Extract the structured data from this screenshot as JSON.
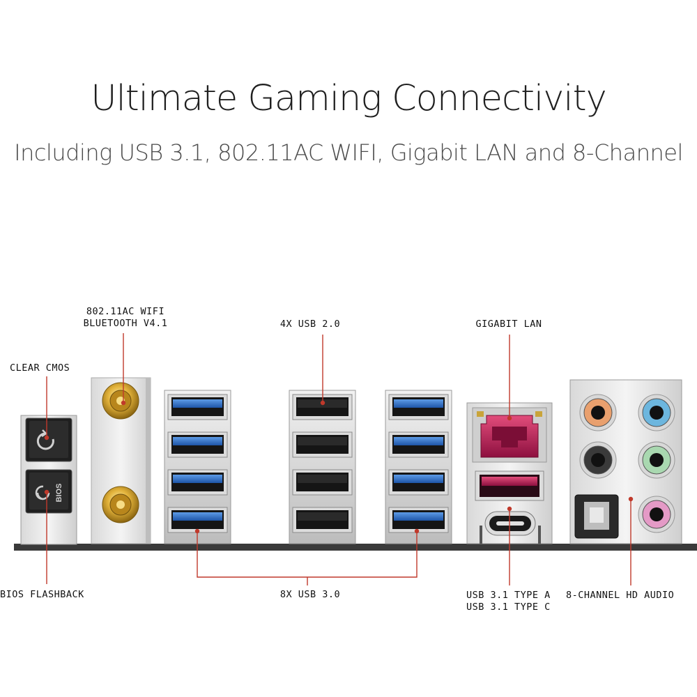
{
  "header": {
    "title": "Ultimate Gaming Connectivity",
    "subtitle": "Including USB 3.1, 802.11AC WIFI, Gigabit LAN and 8-Channel"
  },
  "callouts": {
    "wifi": {
      "line1": "802.11AC WIFI",
      "line2": "BLUETOOTH V4.1"
    },
    "clear_cmos": "CLEAR CMOS",
    "usb20": "4X USB 2.0",
    "gigabit_lan": "GIGABIT LAN",
    "bios_flashback": "BIOS FLASHBACK",
    "usb30": "8X USB 3.0",
    "usb31": {
      "line1": "USB 3.1 TYPE A",
      "line2": "USB 3.1 TYPE C"
    },
    "audio": "8-CHANNEL HD AUDIO"
  },
  "button_icons": {
    "bios_text": "BIOS"
  },
  "colors": {
    "callout_line": "#c0392b",
    "usb3_blue": "#2f6fc4",
    "usb2_black": "#1c1c1c",
    "usb31_red": "#c2185b",
    "gold": "#d4a62a",
    "panel": "#1e1e1e"
  },
  "icons": [
    "refresh-icon",
    "bios-flashback-icon",
    "wifi-antenna-connector",
    "rj45-port",
    "usb-port",
    "usb-c-port",
    "audio-jack",
    "optical-spdif-port"
  ],
  "audio_jacks": [
    {
      "name": "audio-jack-orange",
      "color": "#e9a06e"
    },
    {
      "name": "audio-jack-blue",
      "color": "#6cb6de"
    },
    {
      "name": "audio-jack-black",
      "color": "#3a3a3a"
    },
    {
      "name": "audio-jack-green",
      "color": "#a9d8b0"
    },
    {
      "name": "audio-jack-pink",
      "color": "#e49ac6"
    }
  ]
}
